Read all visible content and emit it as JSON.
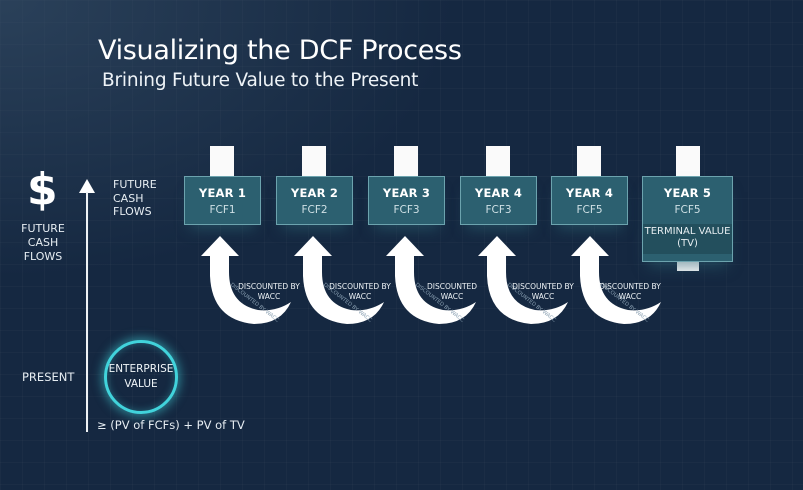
{
  "header": {
    "title": "Visualizing the DCF Process",
    "subtitle": "Brining Future Value to the Present"
  },
  "left_axis": {
    "icon": "dollar-sign-icon",
    "dollar_glyph": "$",
    "future_cash_flows_label_line1": "FUTURE",
    "future_cash_flows_label_line2": "CASH FLOWS",
    "axis_top_label_line1": "FUTURE",
    "axis_top_label_line2": "CASH",
    "axis_top_label_line3": "FLOWS",
    "present_label": "PRESENT"
  },
  "enterprise_value": {
    "line1": "ENTERPRISE",
    "line2": "VALUE",
    "formula": "≥ (PV of FCFs) + PV of TV",
    "ring_color": "#41d3db"
  },
  "years": [
    {
      "label": "YEAR 1",
      "fcf": "FCF1"
    },
    {
      "label": "YEAR 2",
      "fcf": "FCF2"
    },
    {
      "label": "YEAR 3",
      "fcf": "FCF3"
    },
    {
      "label": "YEAR 4",
      "fcf": "FCF3"
    },
    {
      "label": "YEAR 4",
      "fcf": "FCF5"
    },
    {
      "label": "YEAR 5",
      "fcf": "FCF5",
      "terminal_line1": "TERMINAL VALUE",
      "terminal_line2": "(TV)"
    }
  ],
  "discount_arrows": [
    {
      "line1": "DISCOUNTED BY",
      "line2": "WACC",
      "curve_text": "DISCOUNTED BY WACC"
    },
    {
      "line1": "DISCOUNTED BY",
      "line2": "WACC",
      "curve_text": "DISCOUNTED BY WACC"
    },
    {
      "line1": "DISCOUNTED",
      "line2": "WACC",
      "curve_text": "DISCOUNTED BY WACC"
    },
    {
      "line1": "DISCOUNTED BY",
      "line2": "WACC",
      "curve_text": "DISCOUNTED BY WACC"
    },
    {
      "line1": "DISCOUNTED BY",
      "line2": "WACC",
      "curve_text": "DISCOUNTED BY WACC"
    }
  ],
  "colors": {
    "background": "#152841",
    "box_fill": "#2c6070",
    "box_border": "#6ca3ae",
    "accent_cyan": "#41d3db"
  }
}
